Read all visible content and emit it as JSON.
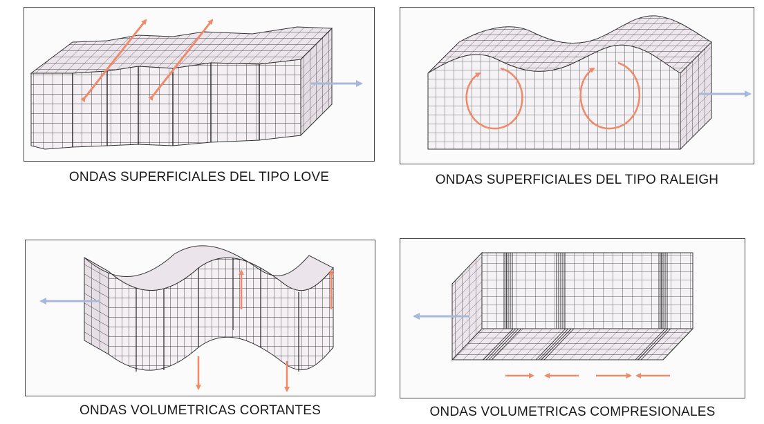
{
  "panels": [
    {
      "id": "love",
      "caption": "ONDAS SUPERFICIALES DEL TIPO LOVE"
    },
    {
      "id": "raleigh",
      "caption": "ONDAS SUPERFICIALES DEL TIPO RALEIGH"
    },
    {
      "id": "cortantes",
      "caption": "ONDAS VOLUMETRICAS CORTANTES"
    },
    {
      "id": "compresionales",
      "caption": "ONDAS VOLUMETRICAS COMPRESIONALES"
    }
  ],
  "colors": {
    "grid": "#333333",
    "block_face": "#f2eef2",
    "block_side": "#e6e0e6",
    "motion_arrow": "#ef8a6a",
    "propagation_arrow": "#a8b8d8"
  }
}
